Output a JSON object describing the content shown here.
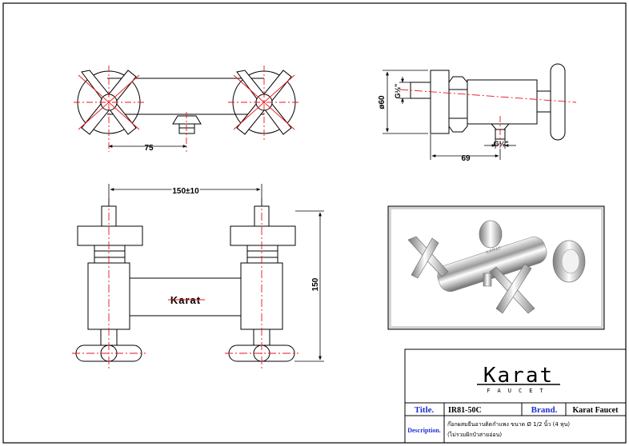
{
  "drawing": {
    "dim_top_width": "75",
    "dim_side_height": "ø60",
    "dim_side_thread_top": "G½\"",
    "dim_side_thread_bottom": "G½\"",
    "dim_side_depth": "69",
    "dim_front_spacing": "150±10",
    "dim_front_height": "150",
    "body_logo": "Karat"
  },
  "title_block": {
    "logo_word": "Karat",
    "logo_sub": "FAUCET",
    "title_label": "Title.",
    "title_value": "IR81-50C",
    "brand_label": "Brand.",
    "brand_value": "Karat Faucet",
    "description_label": "Description.",
    "description_line1": "ก๊อกผสมยืนอาบติดกำแพง ขนาด Ø 1/2 นิ้ว (4 หุน)",
    "description_line2": "(ไม่รวมฝักบัวสายอ่อน)"
  },
  "colors": {
    "line": "#000000",
    "center_line": "#e8141c",
    "label_blue": "#1f2fd0",
    "photo_bg": "#d4d4d4"
  }
}
